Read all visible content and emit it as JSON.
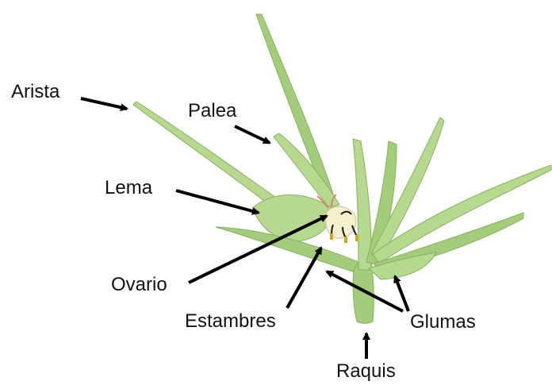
{
  "labels": {
    "arista": "Arista",
    "palea": "Palea",
    "lema": "Lema",
    "ovario": "Ovario",
    "estambres": "Estambres",
    "glumas": "Glumas",
    "raquis": "Raquis"
  },
  "colors": {
    "leaf_fill": "#b6d98f",
    "leaf_mid": "#a3cc7b",
    "leaf_dark": "#86b05e",
    "flower_fill": "#f6f0cf",
    "stigma": "#d9846a",
    "anther": "#d4a51e",
    "arrow": "#000000",
    "text": "#111111"
  }
}
